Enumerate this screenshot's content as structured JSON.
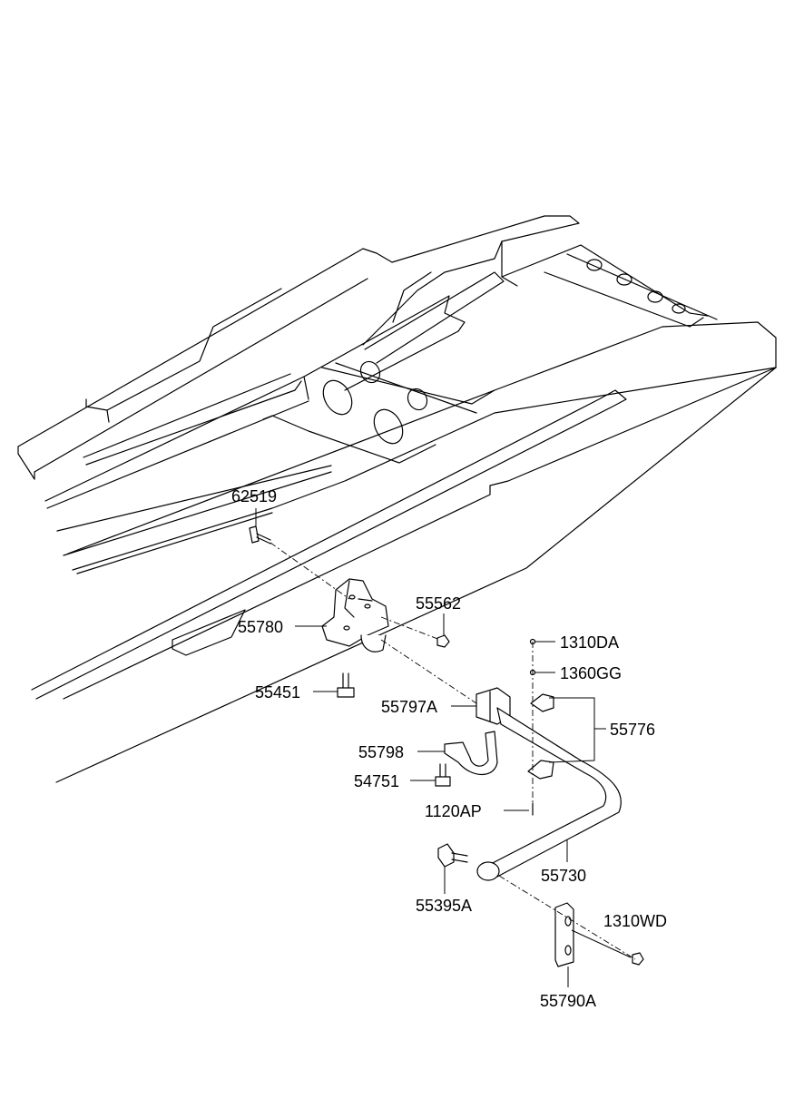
{
  "parts": [
    {
      "id": "p62519",
      "label": "62519",
      "name": "bolt"
    },
    {
      "id": "p55562",
      "label": "55562",
      "name": "nut"
    },
    {
      "id": "p55780",
      "label": "55780",
      "name": "bracket"
    },
    {
      "id": "p55451",
      "label": "55451",
      "name": "bolt"
    },
    {
      "id": "p55797A",
      "label": "55797A",
      "name": "bushing"
    },
    {
      "id": "p55798",
      "label": "55798",
      "name": "clamp-bracket"
    },
    {
      "id": "p54751",
      "label": "54751",
      "name": "bolt"
    },
    {
      "id": "p1310DA",
      "label": "1310DA",
      "name": "nut"
    },
    {
      "id": "p1360GG",
      "label": "1360GG",
      "name": "washer"
    },
    {
      "id": "p55776",
      "label": "55776",
      "name": "clamp-set"
    },
    {
      "id": "p1120AP",
      "label": "1120AP",
      "name": "bolt"
    },
    {
      "id": "p55730",
      "label": "55730",
      "name": "stabilizer-bar"
    },
    {
      "id": "p55395A",
      "label": "55395A",
      "name": "bolt"
    },
    {
      "id": "p1310WD",
      "label": "1310WD",
      "name": "nut"
    },
    {
      "id": "p55790A",
      "label": "55790A",
      "name": "link"
    }
  ]
}
